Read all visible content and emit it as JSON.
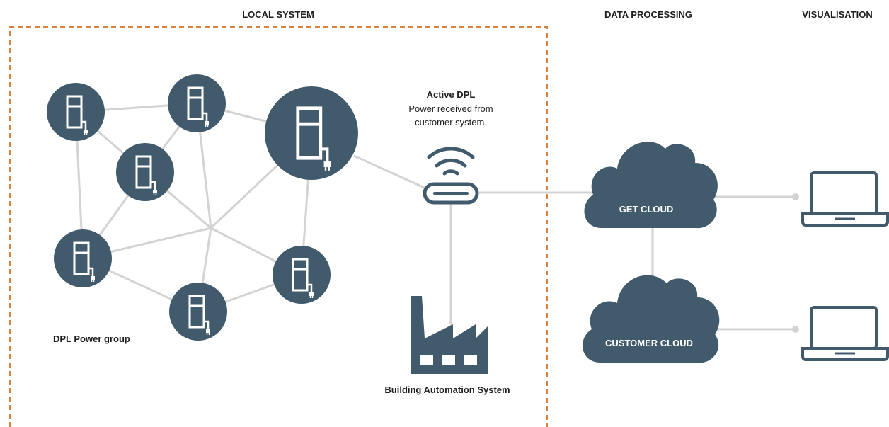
{
  "headers": {
    "local_system": "LOCAL SYSTEM",
    "data_processing": "DATA PROCESSING",
    "visualisation": "VISUALISATION"
  },
  "labels": {
    "active_dpl_title": "Active DPL",
    "active_dpl_line1": "Power received from",
    "active_dpl_line2": "customer system.",
    "power_group": "DPL Power group",
    "building_automation": "Building Automation System",
    "get_cloud": "GET CLOUD",
    "customer_cloud": "CUSTOMER CLOUD"
  },
  "colors": {
    "node_fill": "#415a6c",
    "icon_stroke": "#ffffff",
    "edge": "#d3d3d3",
    "boundary": "#d9823d",
    "laptop": "#415a6c"
  },
  "icons": {
    "dpl_unit": "charging-unit-icon",
    "router": "wifi-router-icon",
    "factory": "factory-icon",
    "cloud": "cloud-icon",
    "laptop": "laptop-icon"
  }
}
